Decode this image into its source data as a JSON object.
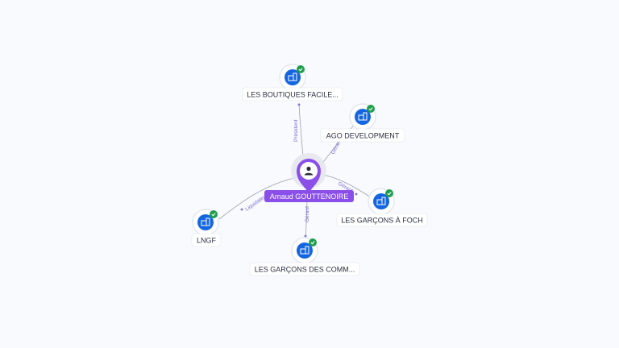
{
  "center": {
    "name": "Arnaud GOUTTENOIRE",
    "icon": "person-icon",
    "color": "#7c4ddc"
  },
  "companies": [
    {
      "id": "les-boutiques",
      "name": "LES BOUTIQUES FACILE...",
      "role": "Président",
      "verified": true
    },
    {
      "id": "ago-development",
      "name": "AGO DEVELOPMENT",
      "role": "Gérant",
      "verified": true
    },
    {
      "id": "les-garcons-a-foch",
      "name": "LES GARÇONS À FOCH",
      "role": "Gérant",
      "verified": true
    },
    {
      "id": "les-garcons-des-comm",
      "name": "LES GARÇONS DES COMM...",
      "role": "Gérant",
      "verified": true
    },
    {
      "id": "lngf",
      "name": "LNGF",
      "role": "Liquidateur",
      "verified": true
    }
  ],
  "colors": {
    "company_icon": "#1466e0",
    "verified_badge": "#1f9d4c",
    "edge": "#9aa0b0",
    "edge_label": "#7b6fd8"
  }
}
